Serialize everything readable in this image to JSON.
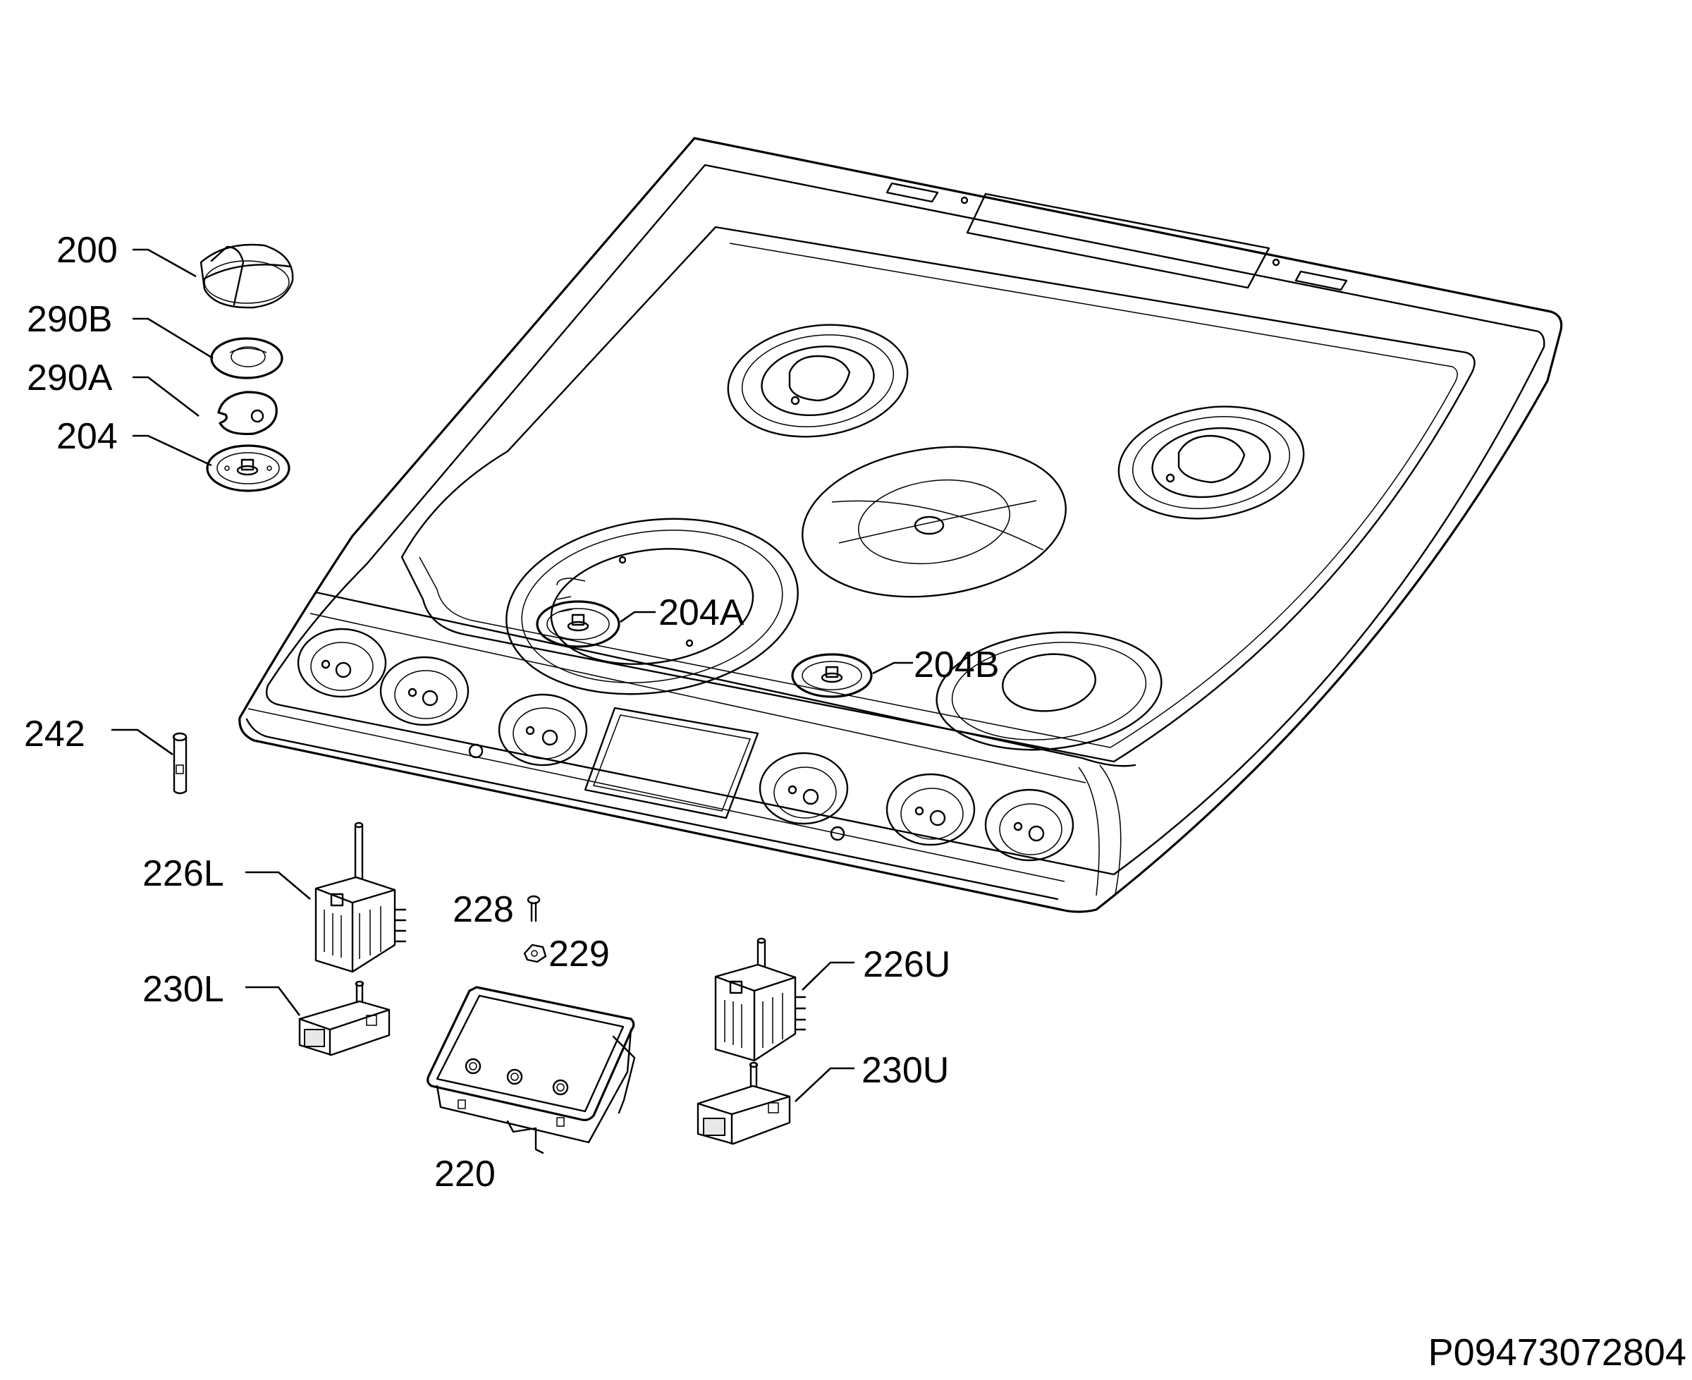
{
  "diagram": {
    "reference_code": "P09473072804",
    "labels": {
      "p200": "200",
      "p290B": "290B",
      "p290A": "290A",
      "p204": "204",
      "p204A": "204A",
      "p204B": "204B",
      "p242": "242",
      "p226L": "226L",
      "p228": "228",
      "p229": "229",
      "p226U": "226U",
      "p230L": "230L",
      "p230U": "230U",
      "p220": "220"
    }
  }
}
